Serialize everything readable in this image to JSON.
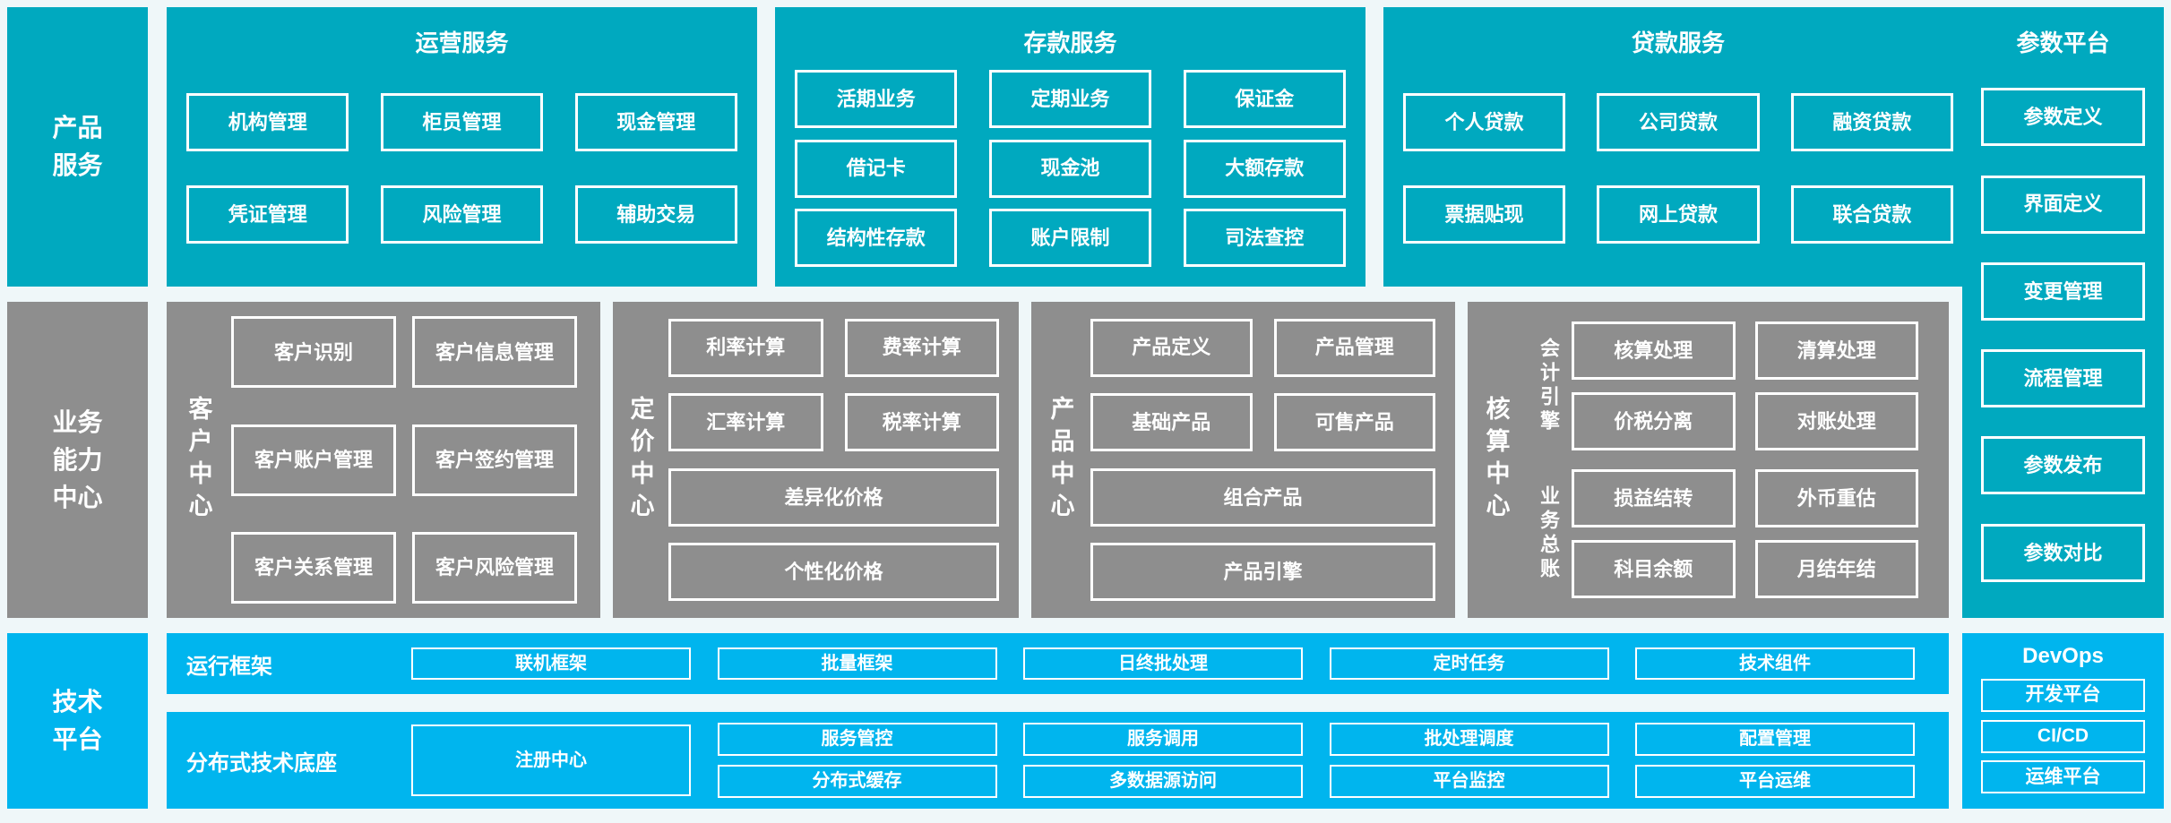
{
  "side_labels": {
    "products": "产品服务",
    "capability": "业务能力中心",
    "tech": "技术平台"
  },
  "operations": {
    "title": "运营服务",
    "r1": [
      "机构管理",
      "柜员管理",
      "现金管理"
    ],
    "r2": [
      "凭证管理",
      "风险管理",
      "辅助交易"
    ]
  },
  "deposits": {
    "title": "存款服务",
    "r1": [
      "活期业务",
      "定期业务",
      "保证金"
    ],
    "r2": [
      "借记卡",
      "现金池",
      "大额存款"
    ],
    "r3": [
      "结构性存款",
      "账户限制",
      "司法查控"
    ]
  },
  "loans": {
    "title": "贷款服务",
    "r1": [
      "个人贷款",
      "公司贷款",
      "融资贷款"
    ],
    "r2": [
      "票据贴现",
      "网上贷款",
      "联合贷款"
    ]
  },
  "params": {
    "title": "参数平台",
    "items": [
      "参数定义",
      "界面定义",
      "变更管理",
      "流程管理",
      "参数发布",
      "参数对比"
    ]
  },
  "customer": {
    "label": "客户中心",
    "boxes": [
      "客户识别",
      "客户信息管理",
      "客户账户管理",
      "客户签约管理",
      "客户关系管理",
      "客户风险管理"
    ]
  },
  "pricing": {
    "label": "定价中心",
    "boxes": [
      "利率计算",
      "费率计算",
      "汇率计算",
      "税率计算"
    ],
    "wide": [
      "差异化价格",
      "个性化价格"
    ]
  },
  "product": {
    "label": "产品中心",
    "boxes": [
      "产品定义",
      "产品管理",
      "基础产品",
      "可售产品"
    ],
    "wide": [
      "组合产品",
      "产品引擎"
    ]
  },
  "accounting": {
    "label": "核算中心",
    "g1": {
      "label": "会计引擎",
      "boxes": [
        "核算处理",
        "清算处理",
        "价税分离",
        "对账处理"
      ]
    },
    "g2": {
      "label": "业务总账",
      "boxes": [
        "损益结转",
        "外币重估",
        "科目余额",
        "月结年结"
      ]
    }
  },
  "runtime": {
    "label": "运行框架",
    "items": [
      "联机框架",
      "批量框架",
      "日终批处理",
      "定时任务",
      "技术组件"
    ]
  },
  "distributed": {
    "label": "分布式技术底座",
    "primary": "注册中心",
    "cols": [
      [
        "服务管控",
        "分布式缓存"
      ],
      [
        "服务调用",
        "多数据源访问"
      ],
      [
        "批处理调度",
        "平台监控"
      ],
      [
        "配置管理",
        "平台运维"
      ]
    ]
  },
  "devops": {
    "title": "DevOps",
    "items": [
      "开发平台",
      "CI/CD",
      "运维平台"
    ]
  },
  "colors": {
    "teal": "#00a9bf",
    "gray": "#8e8e8e",
    "blue": "#00b5ee",
    "background": "#eff7f9",
    "text": "#ffffff"
  }
}
